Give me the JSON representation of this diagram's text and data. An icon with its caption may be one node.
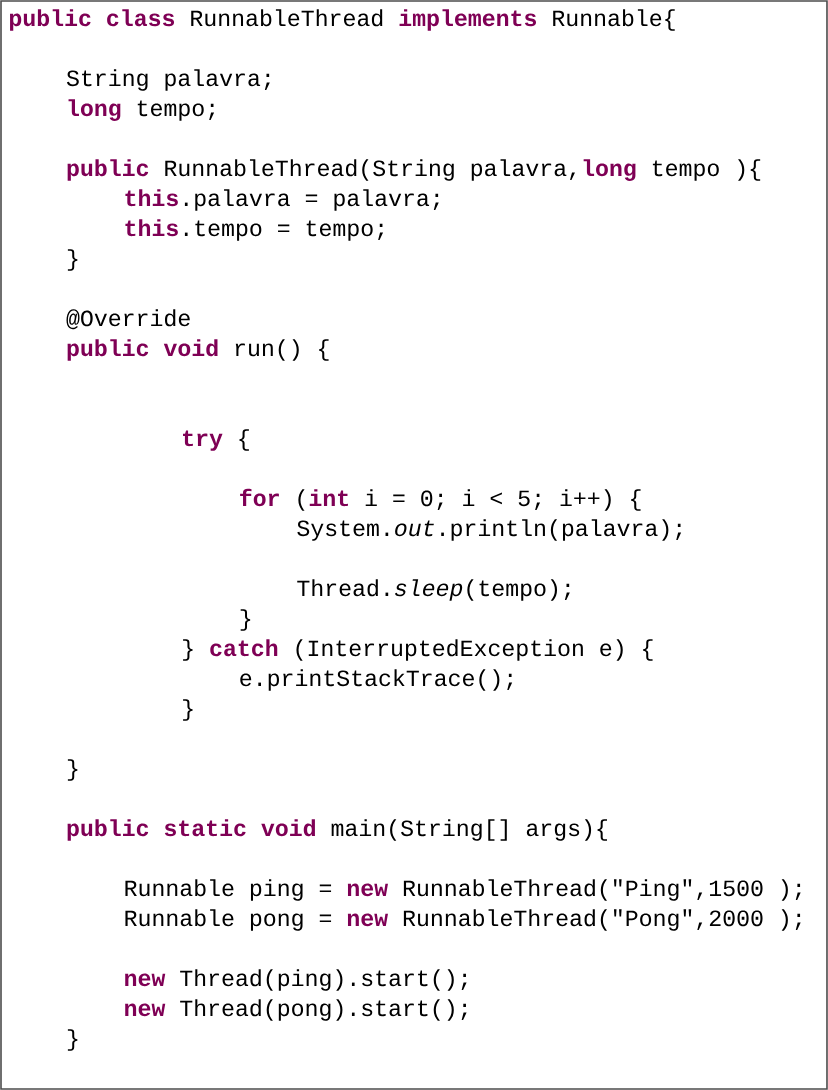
{
  "diagram": {
    "labels": [
      "**public** **class** RunnableThread  **implements** Runnable{",
      "String palavra;",
      "**long** tempo;",
      "**public** RunnableThread(String palavra,**long** tempo ){",
      "**this**.palavra = palavra;",
      "**this**.tempo = tempo;",
      "}",
      "@Override",
      "**public** **void** run() {",
      "**try** {",
      "**for** (**int** i = 0; i < 5; i++) {",
      "System.*out*.println(palavra);",
      "Thread.*sleep*(tempo);",
      "}",
      "} **catch** (InterruptedException e) {",
      "e.printStackTrace();",
      "}",
      "}",
      "**public** **static** **void** main(String[] args){",
      "Runnable ping = **new** RunnableThread(\"Ping\",1500 );",
      "Runnable pong = **new** RunnableThread(\"Pong\",2000 );",
      "**new** Thread(ping).start();",
      "**new** Thread(pong).start();",
      "}"
    ]
  }
}
